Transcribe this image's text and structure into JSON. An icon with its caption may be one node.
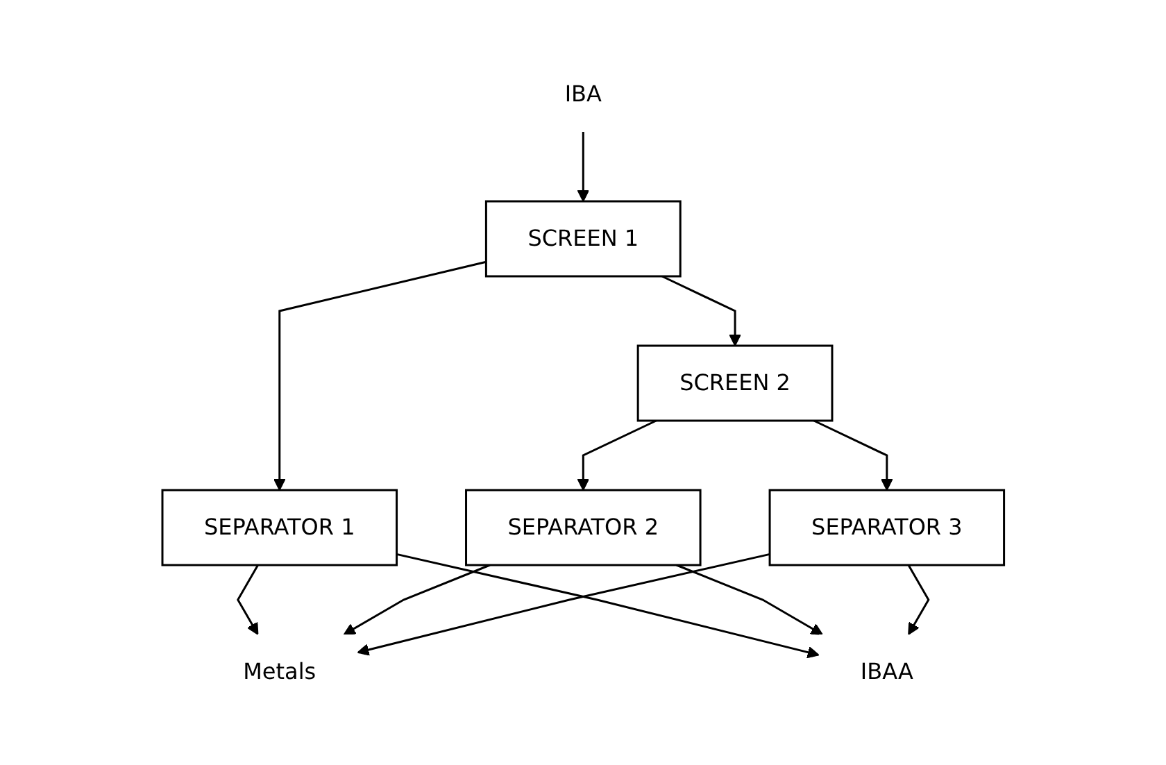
{
  "diagram": {
    "nodes": [
      {
        "text": [
          "IBA"
        ]
      },
      {
        "text": [
          "SCREEN 1"
        ]
      },
      {
        "text": [
          "SCREEN 2"
        ]
      },
      {
        "text": [
          "SEPARATOR 1"
        ]
      },
      {
        "text": [
          "SEPARATOR 2"
        ]
      },
      {
        "text": [
          "SEPARATOR 3"
        ]
      },
      {
        "text": [
          "Metals"
        ]
      },
      {
        "text": [
          "IBAA"
        ]
      }
    ],
    "edges": [
      {
        "from": 0,
        "to": 1,
        "arrow": "to"
      },
      {
        "from": 1,
        "to": 3,
        "arrow": "to"
      },
      {
        "from": 1,
        "to": 2,
        "arrow": "to"
      },
      {
        "from": 2,
        "to": 4,
        "arrow": "to"
      },
      {
        "from": 2,
        "to": 5,
        "arrow": "to"
      },
      {
        "from": 3,
        "to": 6,
        "arrow": "to"
      },
      {
        "from": 3,
        "to": 7,
        "arrow": "to"
      },
      {
        "from": 4,
        "to": 7,
        "arrow": "to"
      },
      {
        "from": 4,
        "to": 6,
        "arrow": "to"
      },
      {
        "from": 5,
        "to": 7,
        "arrow": "to"
      },
      {
        "from": 5,
        "to": 6,
        "arrow": "to"
      }
    ]
  }
}
